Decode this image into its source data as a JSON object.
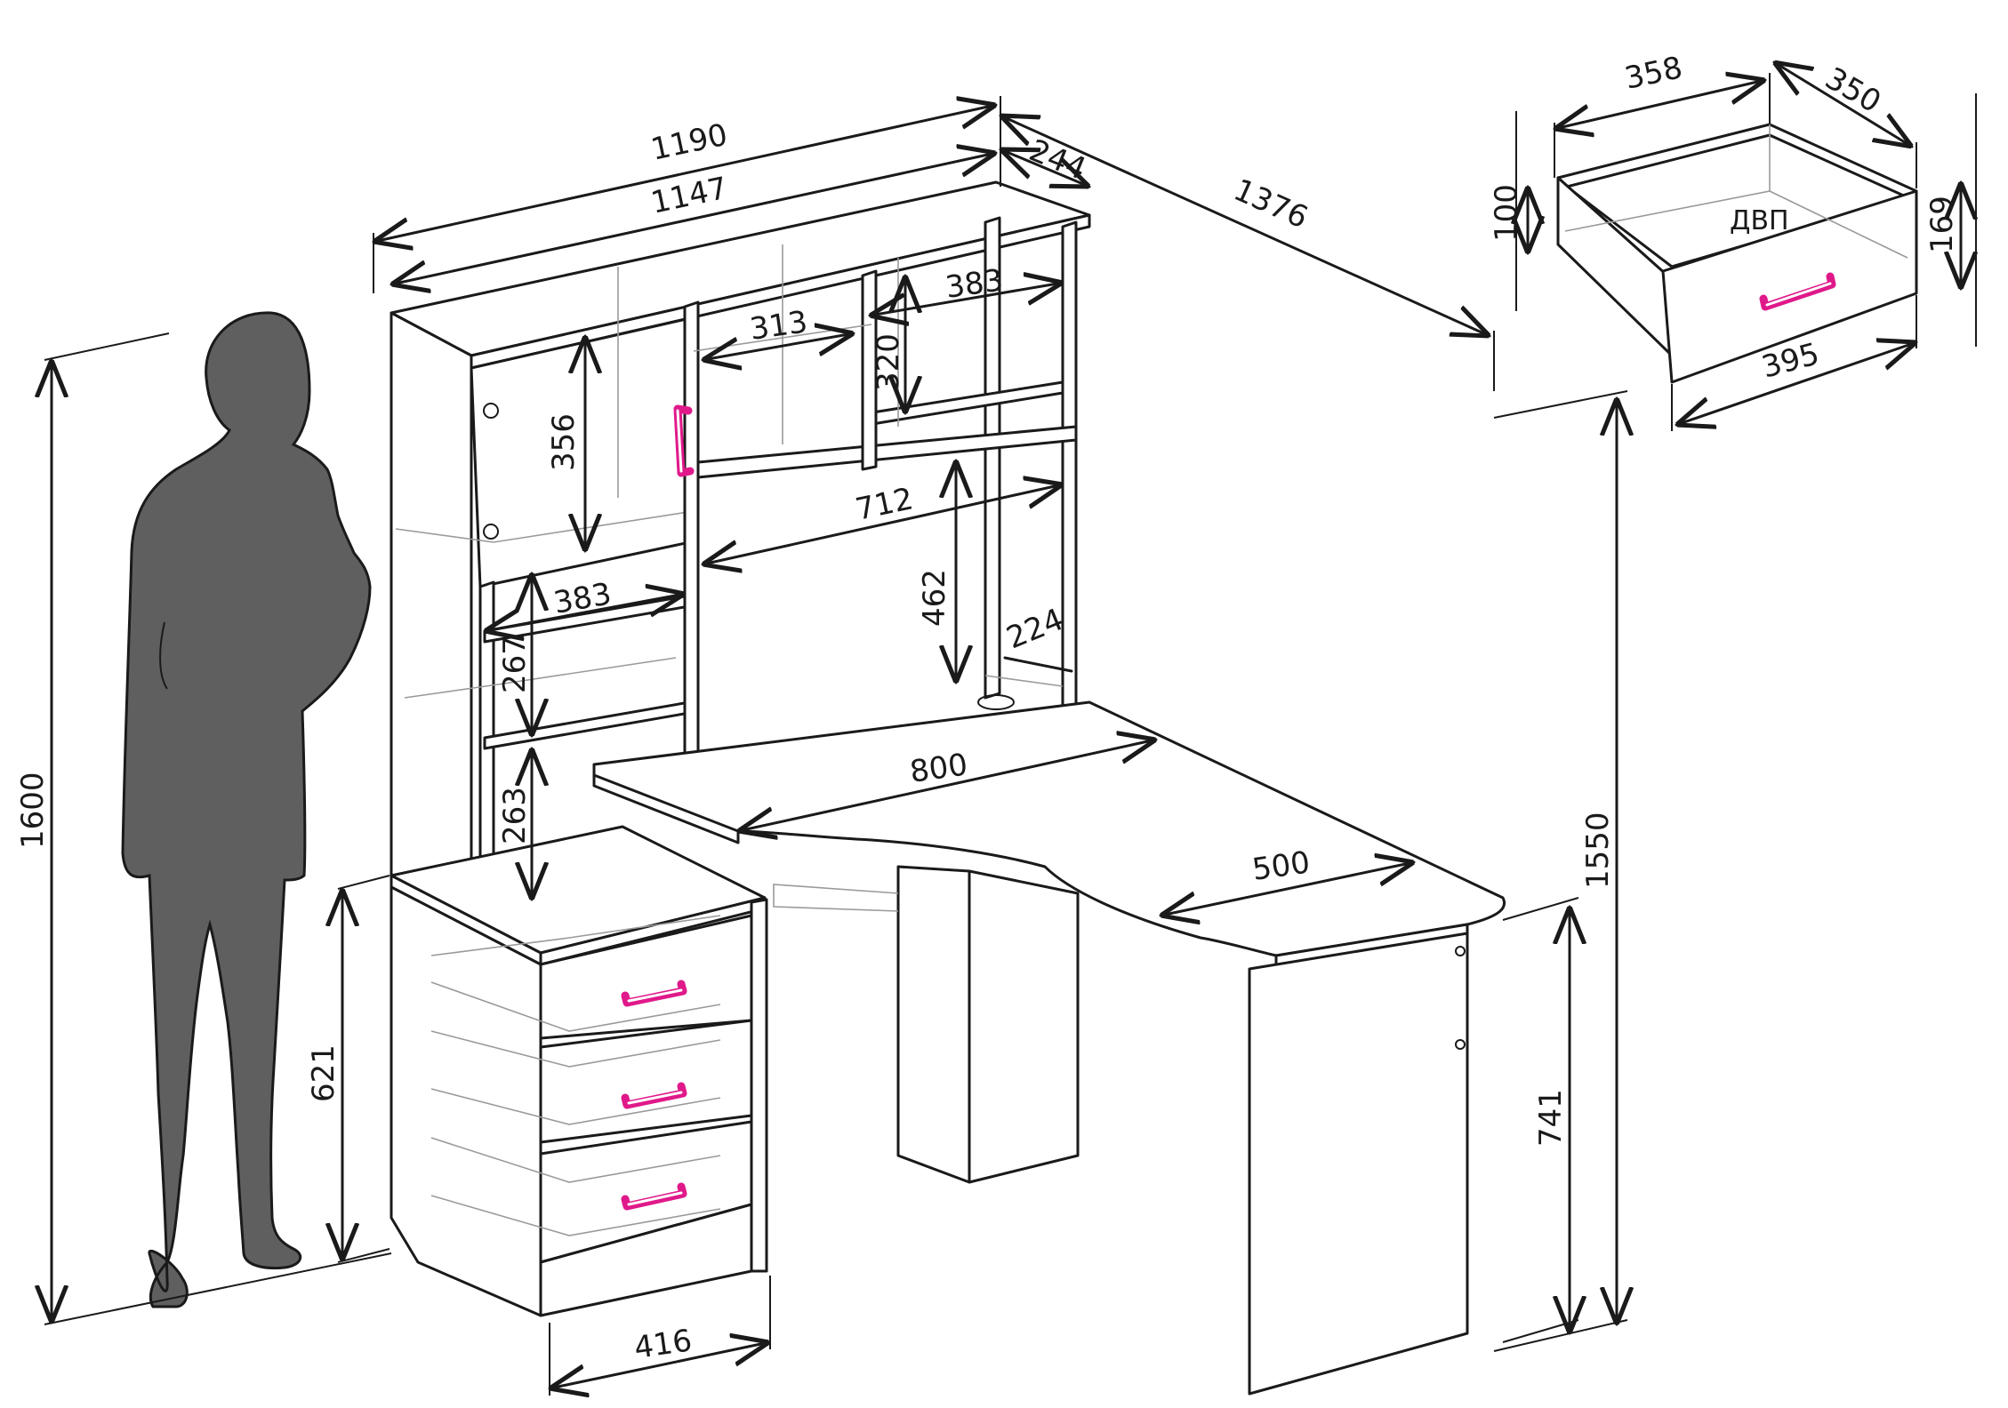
{
  "dimensions": {
    "hutch_width_outer": "1190",
    "hutch_width_inner": "1147",
    "hutch_depth": "244",
    "desk_total_length": "1376",
    "hutch_middle_shelf_width": "313",
    "hutch_right_shelf_width": "383",
    "hutch_right_shelf_height": "320",
    "cabinet_door_height": "356",
    "top_shelf_span": "712",
    "left_shelf_width": "383",
    "left_shelf_height": "267",
    "lower_shelf_height": "263",
    "knee_clearance": "462",
    "side_post_depth": "224",
    "desktop_depth": "800",
    "return_depth": "500",
    "drawer_unit_height": "621",
    "drawer_unit_width": "416",
    "desk_height": "741",
    "hutch_height": "1550",
    "overall_height": "1600"
  },
  "drawer_detail": {
    "front_width": "358",
    "depth": "350",
    "side_height": "100",
    "front_height": "169",
    "bottom_width": "395",
    "bottom_material": "ДВП"
  },
  "colors": {
    "handle": "#e0198a",
    "silhouette": "#5f5f5f"
  }
}
